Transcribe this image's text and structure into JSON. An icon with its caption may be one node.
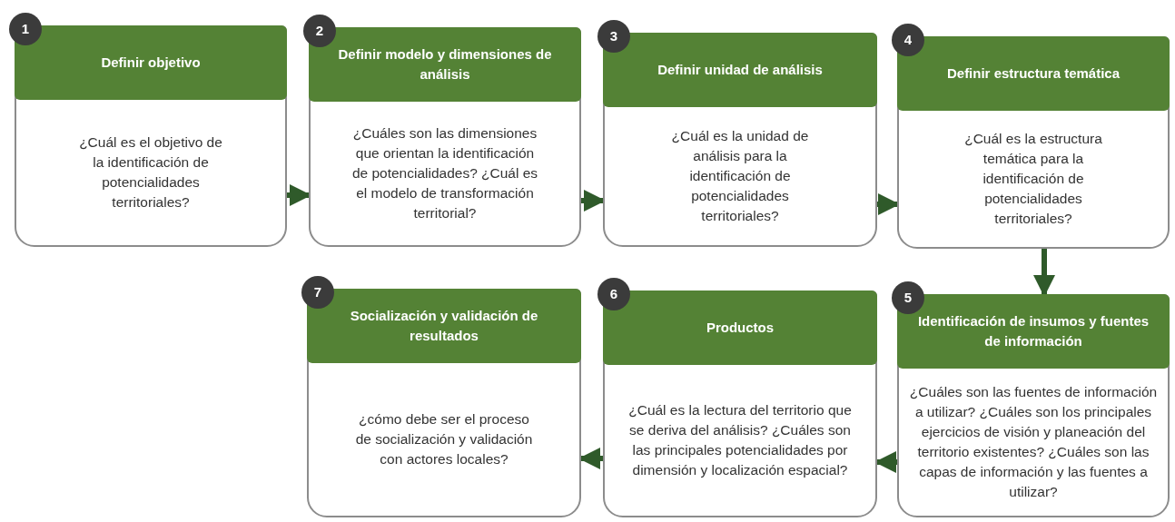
{
  "diagram": {
    "nodes": [
      {
        "text": [
          "1",
          "Definir objetivo",
          "¿Cuál es el objetivo de la identificación de potencialidades territoriales?"
        ]
      },
      {
        "text": [
          "2",
          "Definir modelo  y dimensiones de análisis",
          "¿Cuáles son las dimensiones que orientan la identificación de potencialidades? ¿Cuál es el modelo de transformación territorial?"
        ]
      },
      {
        "text": [
          "3",
          "Definir unidad de análisis",
          "¿Cuál es la unidad de análisis para la identificación de potencialidades territoriales?"
        ]
      },
      {
        "text": [
          "4",
          "Definir estructura temática",
          "¿Cuál es la estructura temática para la identificación de potencialidades territoriales?"
        ]
      },
      {
        "text": [
          "5",
          "Identificación de insumos y fuentes de información",
          "¿Cuáles son las fuentes de información a utilizar? ¿Cuáles son los principales ejercicios de visión y planeación del territorio existentes? ¿Cuáles son las capas de información y las fuentes a utilizar?"
        ]
      },
      {
        "text": [
          "6",
          "Productos",
          "¿Cuál es la lectura del territorio que se deriva del análisis? ¿Cuáles son las principales potencialidades por dimensión y localización espacial?"
        ]
      },
      {
        "text": [
          "7",
          "Socialización y validación de resultados",
          "¿cómo debe ser el proceso de socialización y validación con actores locales?"
        ]
      }
    ],
    "edges": [
      {
        "from": 0,
        "to": 1,
        "arrow": "to"
      },
      {
        "from": 1,
        "to": 2,
        "arrow": "to"
      },
      {
        "from": 2,
        "to": 3,
        "arrow": "to"
      },
      {
        "from": 3,
        "to": 4,
        "arrow": "to"
      },
      {
        "from": 4,
        "to": 5,
        "arrow": "to"
      },
      {
        "from": 5,
        "to": 6,
        "arrow": "to"
      }
    ]
  }
}
